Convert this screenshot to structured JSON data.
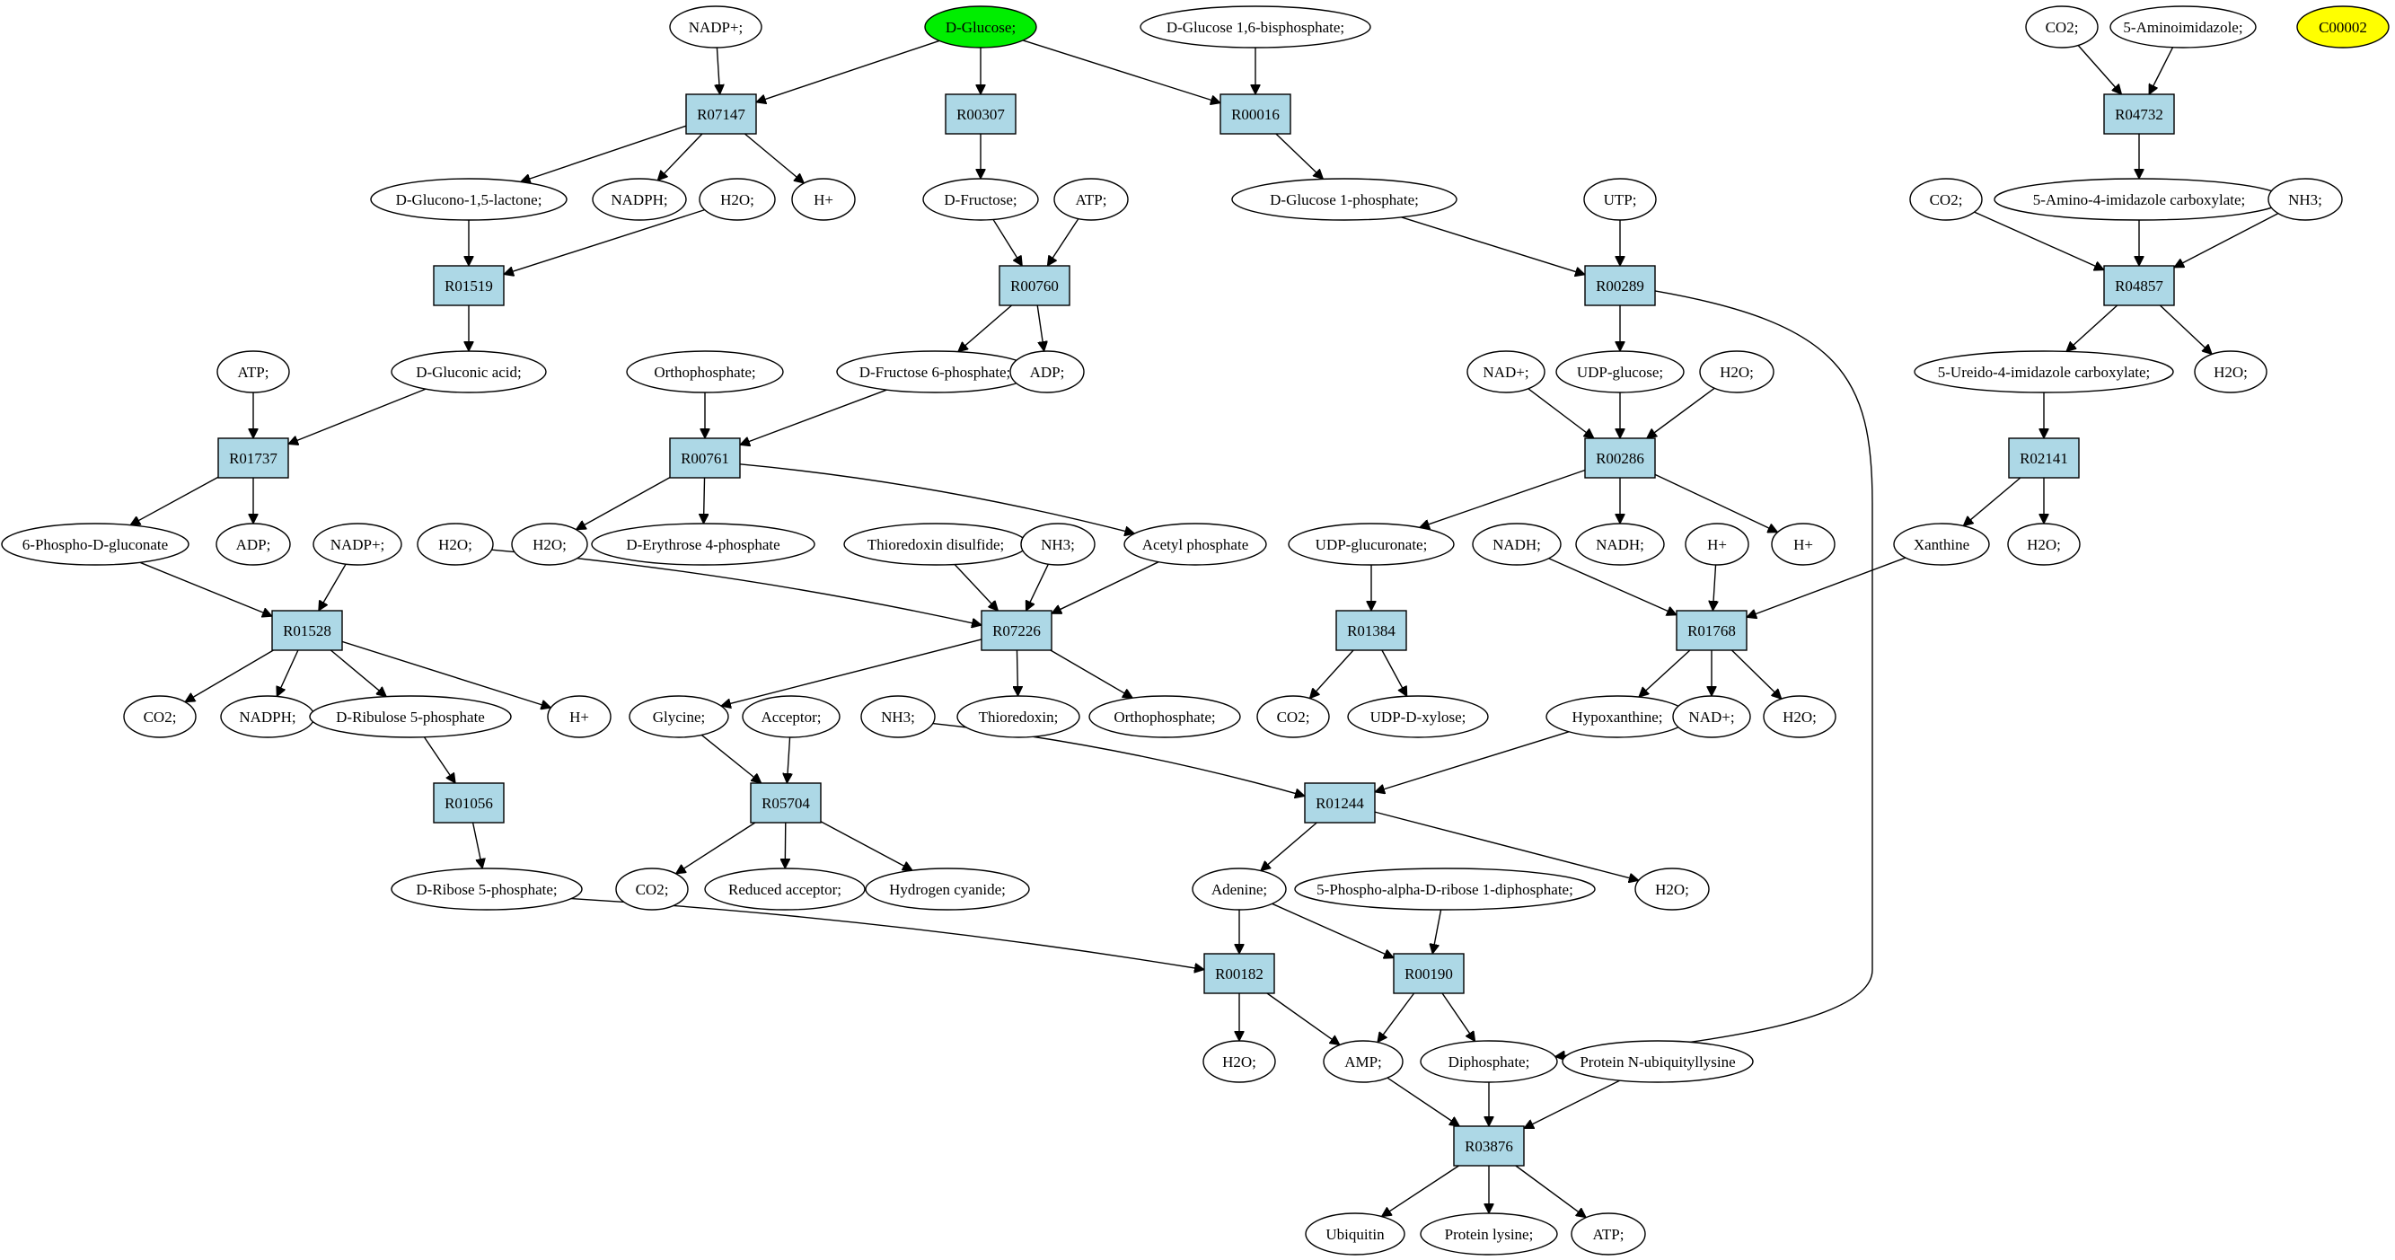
{
  "reactions": [
    {
      "id": "R07147",
      "label": "R07147"
    },
    {
      "id": "R00307",
      "label": "R00307"
    },
    {
      "id": "R00016",
      "label": "R00016"
    },
    {
      "id": "R04732",
      "label": "R04732"
    },
    {
      "id": "R01519",
      "label": "R01519"
    },
    {
      "id": "R00760",
      "label": "R00760"
    },
    {
      "id": "R00289",
      "label": "R00289"
    },
    {
      "id": "R04857",
      "label": "R04857"
    },
    {
      "id": "R01737",
      "label": "R01737"
    },
    {
      "id": "R00761",
      "label": "R00761"
    },
    {
      "id": "R00286",
      "label": "R00286"
    },
    {
      "id": "R02141",
      "label": "R02141"
    },
    {
      "id": "R01528",
      "label": "R01528"
    },
    {
      "id": "R07226",
      "label": "R07226"
    },
    {
      "id": "R01384",
      "label": "R01384"
    },
    {
      "id": "R01768",
      "label": "R01768"
    },
    {
      "id": "R01056",
      "label": "R01056"
    },
    {
      "id": "R05704",
      "label": "R05704"
    },
    {
      "id": "R01244",
      "label": "R01244"
    },
    {
      "id": "R00182",
      "label": "R00182"
    },
    {
      "id": "R00190",
      "label": "R00190"
    },
    {
      "id": "R03876",
      "label": "R03876"
    }
  ],
  "compounds": [
    {
      "id": "nadp_a",
      "label": "NADP+;"
    },
    {
      "id": "glucose",
      "label": "D-Glucose;",
      "highlight": "#00ee00"
    },
    {
      "id": "g16bp",
      "label": "D-Glucose 1,6-bisphosphate;"
    },
    {
      "id": "co2_top",
      "label": "CO2;"
    },
    {
      "id": "aminoimid",
      "label": "5-Aminoimidazole;"
    },
    {
      "id": "c00002",
      "label": "C00002",
      "highlight": "#ffff00"
    },
    {
      "id": "gluconolactone",
      "label": "D-Glucono-1,5-lactone;"
    },
    {
      "id": "nadph_a",
      "label": "NADPH;"
    },
    {
      "id": "h2o_a",
      "label": "H2O;"
    },
    {
      "id": "hplus_a",
      "label": "H+"
    },
    {
      "id": "fructose",
      "label": "D-Fructose;"
    },
    {
      "id": "atp_a",
      "label": "ATP;"
    },
    {
      "id": "g1p",
      "label": "D-Glucose 1-phosphate;"
    },
    {
      "id": "utp",
      "label": "UTP;"
    },
    {
      "id": "co2_b",
      "label": "CO2;"
    },
    {
      "id": "aicarbox",
      "label": "5-Amino-4-imidazole carboxylate;"
    },
    {
      "id": "nh3_a",
      "label": "NH3;"
    },
    {
      "id": "atp_b",
      "label": "ATP;"
    },
    {
      "id": "gluconic",
      "label": "D-Gluconic acid;"
    },
    {
      "id": "orthophos_a",
      "label": "Orthophosphate;"
    },
    {
      "id": "f6p",
      "label": "D-Fructose 6-phosphate;"
    },
    {
      "id": "adp_a",
      "label": "ADP;"
    },
    {
      "id": "nadplus_a",
      "label": "NAD+;"
    },
    {
      "id": "udpglucose",
      "label": "UDP-glucose;"
    },
    {
      "id": "h2o_b",
      "label": "H2O;"
    },
    {
      "id": "ureido",
      "label": "5-Ureido-4-imidazole carboxylate;"
    },
    {
      "id": "h2o_c",
      "label": "H2O;"
    },
    {
      "id": "phosphogluconate",
      "label": "6-Phospho-D-gluconate"
    },
    {
      "id": "adp_b",
      "label": "ADP;"
    },
    {
      "id": "nadp_b",
      "label": "NADP+;"
    },
    {
      "id": "h2o_d",
      "label": "H2O;"
    },
    {
      "id": "h2o_e",
      "label": "H2O;"
    },
    {
      "id": "e4p",
      "label": "D-Erythrose 4-phosphate"
    },
    {
      "id": "thioredoxin_ds",
      "label": "Thioredoxin disulfide;"
    },
    {
      "id": "nh3_b",
      "label": "NH3;"
    },
    {
      "id": "acetylphos",
      "label": "Acetyl phosphate"
    },
    {
      "id": "udpglucuronate",
      "label": "UDP-glucuronate;"
    },
    {
      "id": "nadh_a",
      "label": "NADH;"
    },
    {
      "id": "nadh_b",
      "label": "NADH;"
    },
    {
      "id": "hplus_b",
      "label": "H+"
    },
    {
      "id": "hplus_c",
      "label": "H+"
    },
    {
      "id": "xanthine",
      "label": "Xanthine"
    },
    {
      "id": "h2o_f",
      "label": "H2O;"
    },
    {
      "id": "co2_c",
      "label": "CO2;"
    },
    {
      "id": "nadph_b",
      "label": "NADPH;"
    },
    {
      "id": "ribulose5p",
      "label": "D-Ribulose 5-phosphate"
    },
    {
      "id": "hplus_d",
      "label": "H+"
    },
    {
      "id": "glycine",
      "label": "Glycine;"
    },
    {
      "id": "acceptor",
      "label": "Acceptor;"
    },
    {
      "id": "nh3_c",
      "label": "NH3;"
    },
    {
      "id": "thioredoxin",
      "label": "Thioredoxin;"
    },
    {
      "id": "orthophos_b",
      "label": "Orthophosphate;"
    },
    {
      "id": "co2_d",
      "label": "CO2;"
    },
    {
      "id": "udpxylose",
      "label": "UDP-D-xylose;"
    },
    {
      "id": "hypoxanthine",
      "label": "Hypoxanthine;"
    },
    {
      "id": "nadplus_b",
      "label": "NAD+;"
    },
    {
      "id": "h2o_g",
      "label": "H2O;"
    },
    {
      "id": "ribose5p",
      "label": "D-Ribose 5-phosphate;"
    },
    {
      "id": "co2_e",
      "label": "CO2;"
    },
    {
      "id": "reducedacceptor",
      "label": "Reduced acceptor;"
    },
    {
      "id": "hcn",
      "label": "Hydrogen cyanide;"
    },
    {
      "id": "adenine",
      "label": "Adenine;"
    },
    {
      "id": "prpp",
      "label": "5-Phospho-alpha-D-ribose 1-diphosphate;"
    },
    {
      "id": "h2o_h",
      "label": "H2O;"
    },
    {
      "id": "h2o_i",
      "label": "H2O;"
    },
    {
      "id": "amp",
      "label": "AMP;"
    },
    {
      "id": "diphosphate",
      "label": "Diphosphate;"
    },
    {
      "id": "protubiq",
      "label": "Protein N-ubiquityllysine"
    },
    {
      "id": "ubiquitin",
      "label": "Ubiquitin"
    },
    {
      "id": "proteinlysine",
      "label": "Protein lysine;"
    },
    {
      "id": "atp_c",
      "label": "ATP;"
    }
  ],
  "edges": [
    [
      "glucose",
      "R07147"
    ],
    [
      "nadp_a",
      "R07147"
    ],
    [
      "glucose",
      "R00307"
    ],
    [
      "glucose",
      "R00016"
    ],
    [
      "g16bp",
      "R00016"
    ],
    [
      "co2_top",
      "R04732"
    ],
    [
      "aminoimid",
      "R04732"
    ],
    [
      "R07147",
      "gluconolactone"
    ],
    [
      "R07147",
      "nadph_a"
    ],
    [
      "R07147",
      "hplus_a"
    ],
    [
      "R00307",
      "fructose"
    ],
    [
      "R00016",
      "g1p"
    ],
    [
      "R04732",
      "aicarbox"
    ],
    [
      "gluconolactone",
      "R01519"
    ],
    [
      "h2o_a",
      "R01519"
    ],
    [
      "fructose",
      "R00760"
    ],
    [
      "atp_a",
      "R00760"
    ],
    [
      "g1p",
      "R00289"
    ],
    [
      "utp",
      "R00289"
    ],
    [
      "co2_b",
      "R04857"
    ],
    [
      "aicarbox",
      "R04857"
    ],
    [
      "nh3_a",
      "R04857"
    ],
    [
      "R01519",
      "gluconic"
    ],
    [
      "R00760",
      "f6p"
    ],
    [
      "R00760",
      "adp_a"
    ],
    [
      "R00289",
      "udpglucose"
    ],
    [
      "R00289",
      "diphosphate"
    ],
    [
      "R04857",
      "ureido"
    ],
    [
      "R04857",
      "h2o_c"
    ],
    [
      "atp_b",
      "R01737"
    ],
    [
      "gluconic",
      "R01737"
    ],
    [
      "orthophos_a",
      "R00761"
    ],
    [
      "f6p",
      "R00761"
    ],
    [
      "nadplus_a",
      "R00286"
    ],
    [
      "udpglucose",
      "R00286"
    ],
    [
      "h2o_b",
      "R00286"
    ],
    [
      "ureido",
      "R02141"
    ],
    [
      "R01737",
      "phosphogluconate"
    ],
    [
      "R01737",
      "adp_b"
    ],
    [
      "R00761",
      "h2o_e"
    ],
    [
      "R00761",
      "e4p"
    ],
    [
      "R00761",
      "acetylphos"
    ],
    [
      "R00286",
      "udpglucuronate"
    ],
    [
      "R00286",
      "nadh_b"
    ],
    [
      "R00286",
      "hplus_c"
    ],
    [
      "R02141",
      "xanthine"
    ],
    [
      "R02141",
      "h2o_f"
    ],
    [
      "phosphogluconate",
      "R01528"
    ],
    [
      "nadp_b",
      "R01528"
    ],
    [
      "h2o_d",
      "R07226"
    ],
    [
      "thioredoxin_ds",
      "R07226"
    ],
    [
      "nh3_b",
      "R07226"
    ],
    [
      "acetylphos",
      "R07226"
    ],
    [
      "udpglucuronate",
      "R01384"
    ],
    [
      "nadh_a",
      "R01768"
    ],
    [
      "hplus_b",
      "R01768"
    ],
    [
      "xanthine",
      "R01768"
    ],
    [
      "R01528",
      "co2_c"
    ],
    [
      "R01528",
      "nadph_b"
    ],
    [
      "R01528",
      "ribulose5p"
    ],
    [
      "R01528",
      "hplus_d"
    ],
    [
      "R07226",
      "glycine"
    ],
    [
      "R07226",
      "thioredoxin"
    ],
    [
      "R07226",
      "orthophos_b"
    ],
    [
      "R01384",
      "co2_d"
    ],
    [
      "R01384",
      "udpxylose"
    ],
    [
      "R01768",
      "hypoxanthine"
    ],
    [
      "R01768",
      "nadplus_b"
    ],
    [
      "R01768",
      "h2o_g"
    ],
    [
      "ribulose5p",
      "R01056"
    ],
    [
      "glycine",
      "R05704"
    ],
    [
      "acceptor",
      "R05704"
    ],
    [
      "nh3_c",
      "R01244"
    ],
    [
      "hypoxanthine",
      "R01244"
    ],
    [
      "R01056",
      "ribose5p"
    ],
    [
      "R05704",
      "co2_e"
    ],
    [
      "R05704",
      "reducedacceptor"
    ],
    [
      "R05704",
      "hcn"
    ],
    [
      "R01244",
      "adenine"
    ],
    [
      "R01244",
      "h2o_h"
    ],
    [
      "ribose5p",
      "R00182"
    ],
    [
      "adenine",
      "R00182"
    ],
    [
      "adenine",
      "R00190"
    ],
    [
      "prpp",
      "R00190"
    ],
    [
      "R00182",
      "h2o_i"
    ],
    [
      "R00182",
      "amp"
    ],
    [
      "R00190",
      "amp"
    ],
    [
      "R00190",
      "diphosphate"
    ],
    [
      "amp",
      "R03876"
    ],
    [
      "diphosphate",
      "R03876"
    ],
    [
      "protubiq",
      "R03876"
    ],
    [
      "R03876",
      "ubiquitin"
    ],
    [
      "R03876",
      "proteinlysine"
    ],
    [
      "R03876",
      "atp_c"
    ]
  ]
}
